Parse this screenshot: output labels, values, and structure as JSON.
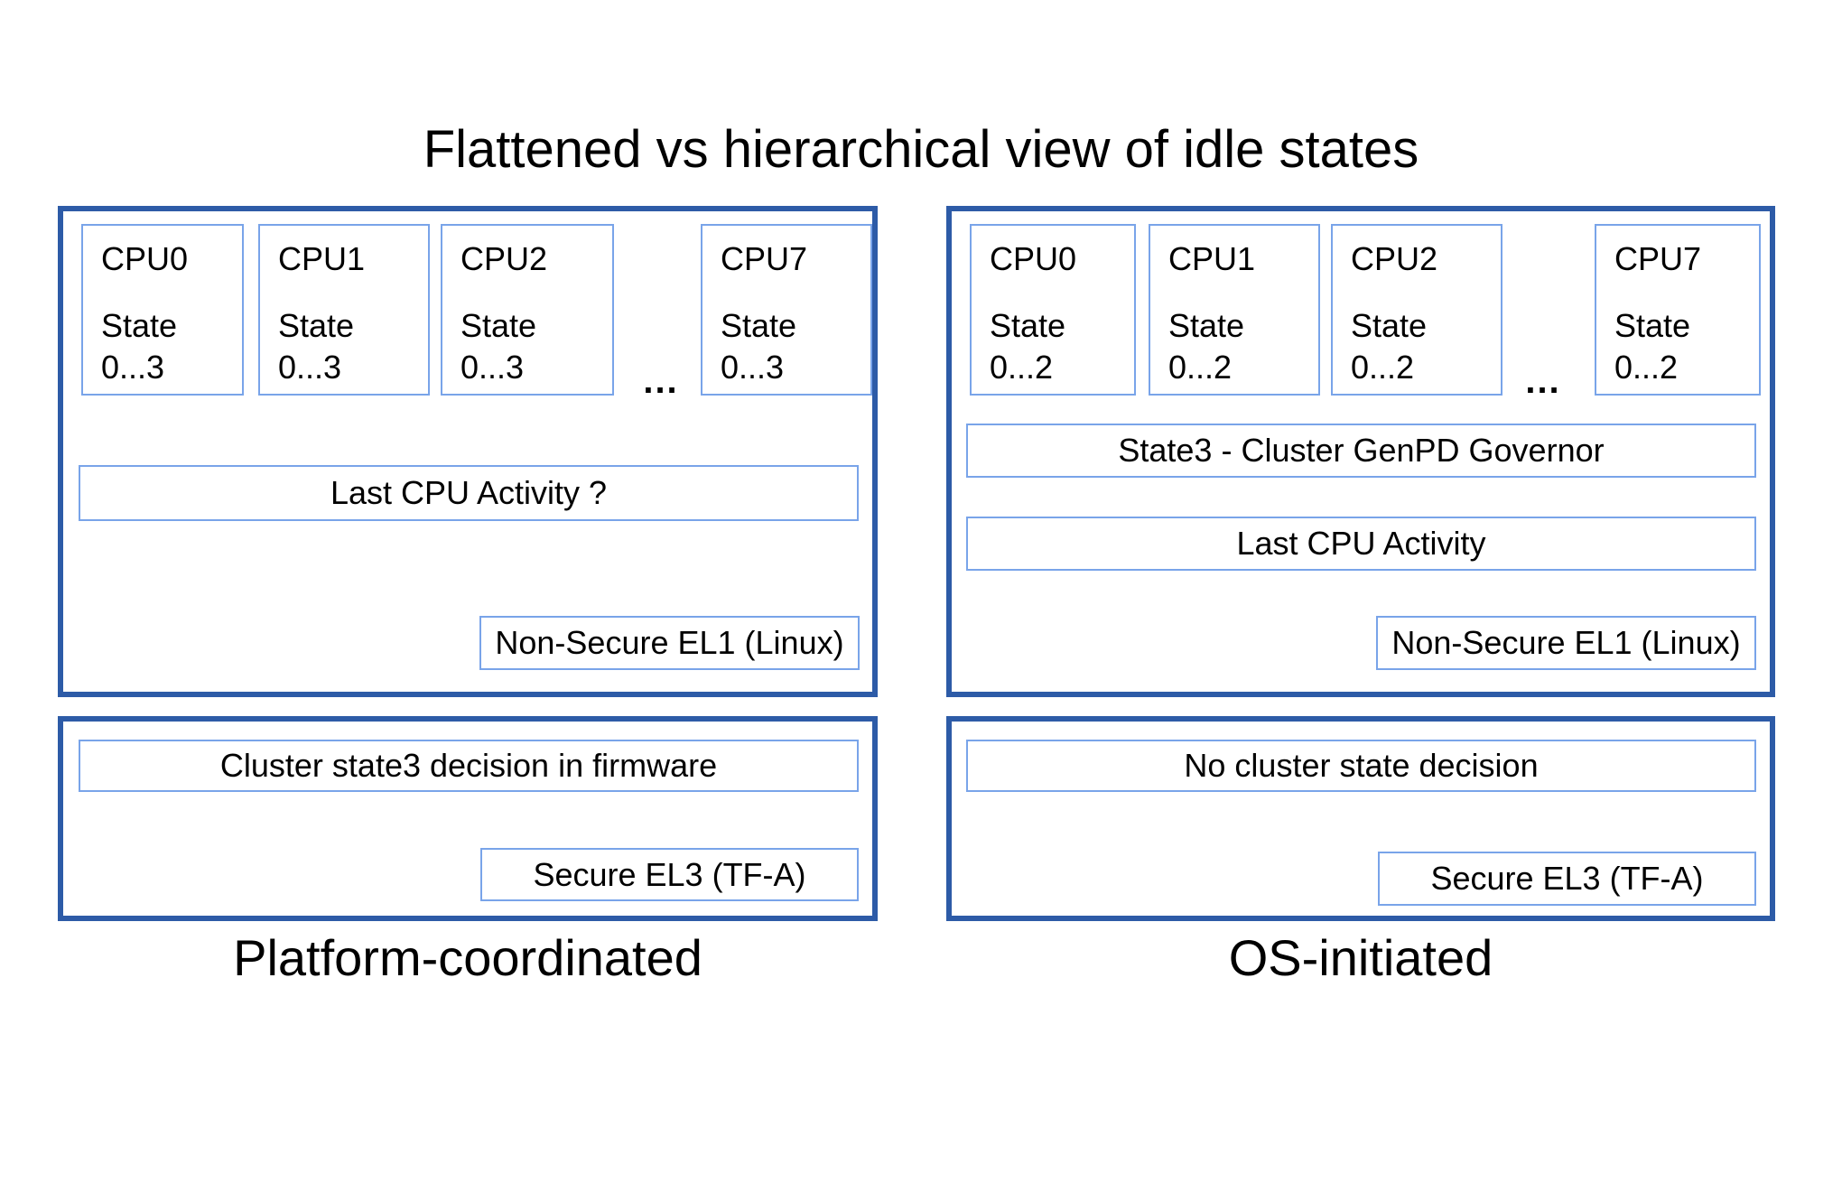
{
  "title": "Flattened vs hierarchical view of idle states",
  "colors": {
    "panel_border": "#2d5ba7",
    "box_border": "#79a4e9"
  },
  "left": {
    "caption": "Platform-coordinated",
    "ellipsis": "...",
    "cpus": [
      {
        "name": "CPU0",
        "state_label": "State",
        "state_range": "0...3"
      },
      {
        "name": "CPU1",
        "state_label": "State",
        "state_range": "0...3"
      },
      {
        "name": "CPU2",
        "state_label": "State",
        "state_range": "0...3"
      },
      {
        "name": "CPU7",
        "state_label": "State",
        "state_range": "0...3"
      }
    ],
    "last_cpu_activity": "Last CPU Activity ?",
    "el1_label": "Non-Secure EL1 (Linux)",
    "firmware_decision": "Cluster state3 decision in firmware",
    "el3_label": "Secure EL3 (TF-A)"
  },
  "right": {
    "caption": "OS-initiated",
    "ellipsis": "...",
    "cpus": [
      {
        "name": "CPU0",
        "state_label": "State",
        "state_range": "0...2"
      },
      {
        "name": "CPU1",
        "state_label": "State",
        "state_range": "0...2"
      },
      {
        "name": "CPU2",
        "state_label": "State",
        "state_range": "0...2"
      },
      {
        "name": "CPU7",
        "state_label": "State",
        "state_range": "0...2"
      }
    ],
    "cluster_governor": "State3 - Cluster GenPD Governor",
    "last_cpu_activity": "Last CPU Activity",
    "el1_label": "Non-Secure EL1 (Linux)",
    "firmware_decision": "No cluster state decision",
    "el3_label": "Secure EL3 (TF-A)"
  }
}
